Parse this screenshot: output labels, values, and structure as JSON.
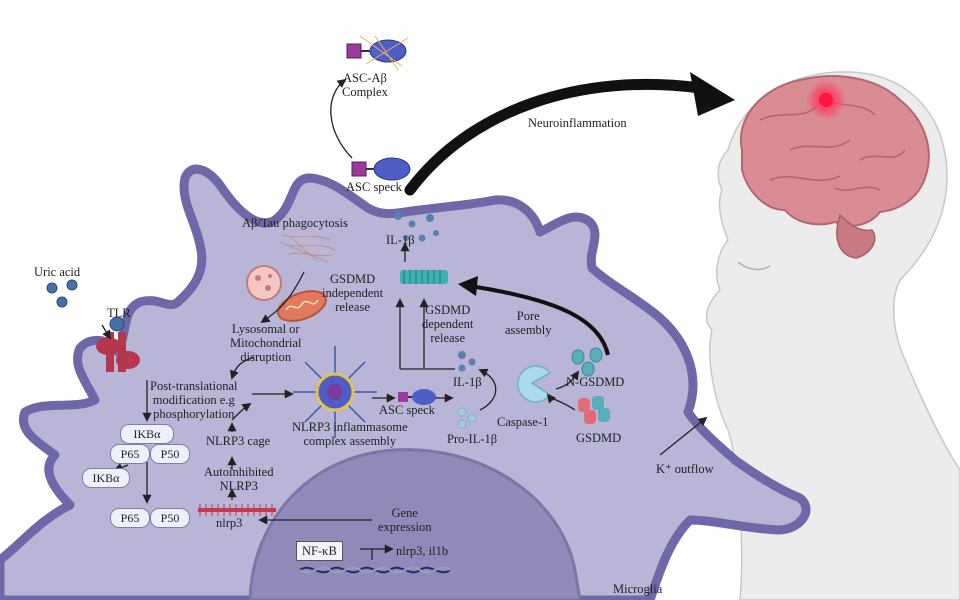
{
  "labels": {
    "asc_ab_complex": "ASC-Aβ\nComplex",
    "asc_speck_top": "ASC speck",
    "neuroinflammation": "Neuroinflammation",
    "ab_tau_phagocytosis": "Aβ/Tau phagocytosis",
    "il1b_top": "IL-1β",
    "uric_acid": "Uric acid",
    "tlr": "TLR",
    "gsdmd_independent": "GSDMD\nindependent\nrelease",
    "gsdmd_dependent": "GSDMD\ndependent\nrelease",
    "pore_assembly": "Pore\nassembly",
    "lysosomal": "Lysosomal or\nMitochondrial\ndisruption",
    "post_translational": "Post-translational\nmodification e.g\nphosphorylation",
    "il1b_mid": "IL-1β",
    "n_gsdmd": "N-GSDMD",
    "asc_speck_mid": "ASC speck",
    "caspase1": "Caspase-1",
    "nlrp3_assembly": "NLRP3 inflammasome\ncomplex assembly",
    "pro_il1b": "Pro-IL-1β",
    "gsdmd": "GSDMD",
    "nlrp3_cage": "NLRP3 cage",
    "k_outflow": "K⁺ outflow",
    "autoinhibited": "Autoinhibited\nNLRP3",
    "gene_expression": "Gene\nexpression",
    "nlrp3_gene": "nlrp3",
    "nfkb": "NF-κB",
    "nlrp3_il1b": "nlrp3, il1b",
    "microglia": "Microglia"
  },
  "complex": {
    "ikba_top": "IKBα",
    "p65": "P65",
    "p50": "P50",
    "ikba_left": "IKBα",
    "p65_b": "P65",
    "p50_b": "P50"
  },
  "colors": {
    "cell_fill": "#b8b5d6",
    "cell_stroke": "#6e67a8",
    "nucleus": "#8f8ab9",
    "brain": "#d98c94",
    "skin": "#ececec",
    "il1b": "#5b7fb0",
    "pore": "#3fb0b2",
    "tlr": "#b5374e"
  },
  "icons": [
    "brain-icon",
    "head-silhouette-icon",
    "microglia-cell-icon",
    "nucleus-icon",
    "tlr-receptor-icon",
    "asc-speck-icon",
    "inflammasome-icon",
    "mitochondria-icon",
    "lysosome-icon",
    "gsdmd-pore-icon",
    "caspase-pacman-icon",
    "dna-icon"
  ]
}
